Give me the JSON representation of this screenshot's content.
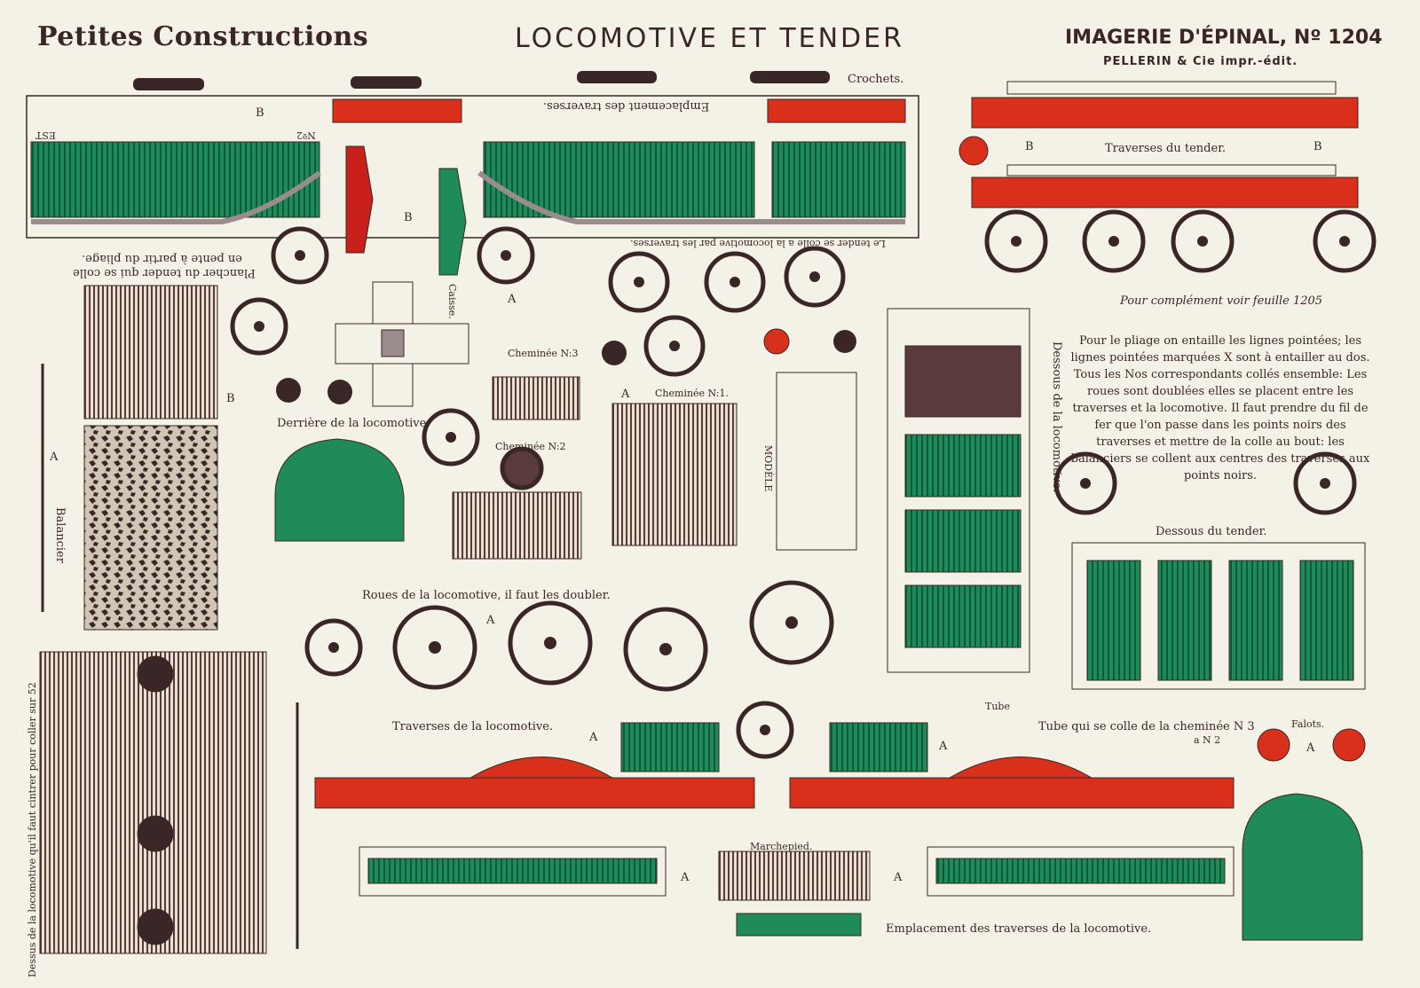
{
  "header": {
    "left_title": "Petites Constructions",
    "center_title": "LOCOMOTIVE ET TENDER",
    "right_title": "IMAGERIE D'ÉPINAL, Nº 1204",
    "publisher": "PELLERIN & Cie impr.-édit."
  },
  "labels": {
    "crochets": "Crochets.",
    "emplacement_traverses": "Emplacement des traverses.",
    "tender_colle": "Le tender se colle a la locomotive par les traverses.",
    "plancher_1": "Plancher du tender qui se colle",
    "plancher_2": "en pente à partir du pliage.",
    "traverses_tender": "Traverses du tender.",
    "pour_complement": "Pour complément voir feuille 1205",
    "caisse": "Caisse.",
    "cheminee_3": "Cheminée N:3",
    "cheminee_1": "Cheminée N:1.",
    "cheminee_2": "Cheminée N:2",
    "modele": "MODÈLE",
    "derriere": "Derrière de la locomotive",
    "dessous_loco": "Dessous de la locomotive.",
    "dessous_tender": "Dessous du tender.",
    "roues_loco": "Roues de la locomotive, il faut les doubler.",
    "balancier": "Balancier",
    "traverses_loco": "Traverses de la locomotive.",
    "tube": "Tube",
    "tube_cheminee": "Tube qui se colle de la cheminée N 3",
    "tube_n2": "a N 2",
    "falots": "Falots.",
    "marchepied": "Marchepied.",
    "emplacement_traverses_loco": "Emplacement des traverses de la locomotive.",
    "dessus_loco": "Dessus de la locomotive qu'il faut cintrer pour coller sur 52",
    "est": "EST",
    "n2": "Nº2",
    "letter_a": "A",
    "letter_b": "B"
  },
  "instructions": "Pour le pliage on entaille les lignes pointées; les lignes pointées marquées X sont à entailler au dos. Tous les Nos correspondants collés ensemble: Les roues sont doublées elles se placent entre les traverses et la locomotive. Il faut prendre du fil de fer que l'on passe dans les points noirs des traverses et mettre de la colle au bout: les balanciers se collent aux centres des traverses aux points noirs.",
  "colors": {
    "paper": "#f4f1e6",
    "ink": "#3a2626",
    "green": "#1f8a5a",
    "red": "#d9301c"
  }
}
